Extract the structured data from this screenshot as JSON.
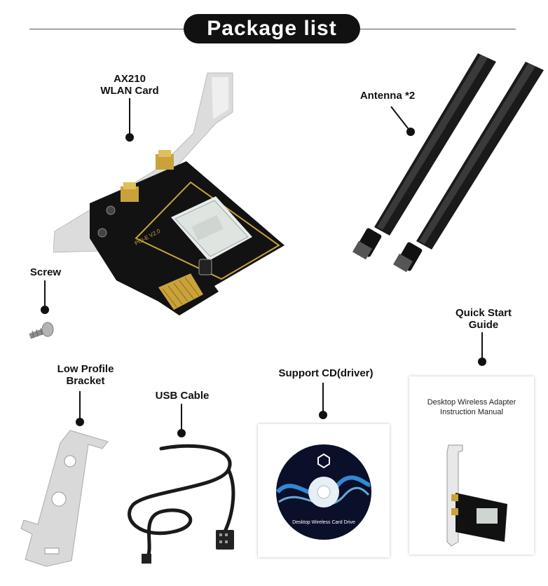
{
  "header": {
    "title": "Package list"
  },
  "items": {
    "wlan_card": {
      "label": "AX210\nWLAN Card",
      "pcb_text": "PCI-E  V2.0"
    },
    "antenna": {
      "label": "Antenna *2"
    },
    "screw": {
      "label": "Screw"
    },
    "low_profile_bracket": {
      "label": "Low Profile\nBracket"
    },
    "usb_cable": {
      "label": "USB Cable"
    },
    "support_cd": {
      "label": "Support CD(driver)",
      "disc_text": "Desktop Wireless Card Drive"
    },
    "quick_start_guide": {
      "label": "Quick Start\nGuide",
      "manual_title_line1": "Desktop Wireless Adapter",
      "manual_title_line2": "Instruction Manual"
    }
  },
  "colors": {
    "accent": "#111111",
    "pcb": "#121212",
    "gold": "#c9a23a",
    "bracket": "#d9d9d9"
  }
}
